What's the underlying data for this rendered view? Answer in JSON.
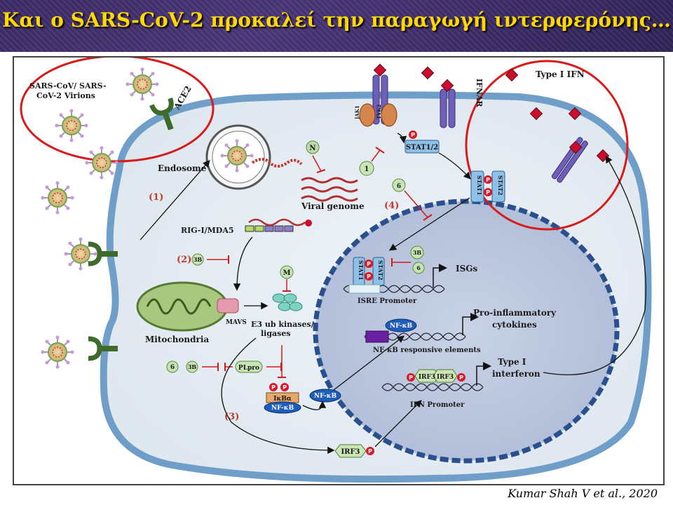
{
  "title": "Και ο SARS-CoV-2 προκαλεί την παραγωγή ιντερφερόνης…",
  "citation": "Kumar Shah V et al., 2020",
  "labels": {
    "virions": "SARS-CoV/ SARS-",
    "virions2": "CoV-2  Virions",
    "ace2": "ACE2",
    "endosome": "Endosome",
    "viral_genome": "Viral genome",
    "rig": "RIG-I/MDA5",
    "mavs": "MAVS",
    "mito": "Mitochondria",
    "e3": "E3 ub kinases/",
    "e3b": "ligases",
    "plpro": "PLpro",
    "ikba": "IκBα",
    "nfkb": "NF-κB",
    "irf3": "IRF3",
    "ifnar": "IFNAR",
    "type1ifn": "Type I IFN",
    "jak1": "JAK1",
    "tyk2": "TYK2",
    "stat12": "STAT1/2",
    "stat1": "STAT1",
    "stat2": "STAT2",
    "isgs": "ISGs",
    "isre": "ISRE Promoter",
    "proinf": "Pro-inflammatory",
    "proinf2": "cytokines",
    "nfkb_resp": "NF-κB responsive elements",
    "typei": "Type I",
    "typei2": "interferon",
    "ifnprom": "IFN Promoter",
    "step1": "(1)",
    "step2": "(2)",
    "step3": "(3)",
    "step4": "(4)",
    "n": "N",
    "m": "M",
    "one": "1",
    "six": "6",
    "threeb": "3B",
    "p": "P"
  },
  "colors": {
    "title": "#ffd800",
    "title_bg": "#3b2a66",
    "highlight_circle": "#d91a1a",
    "cell_membrane": "#6f9ec9",
    "nucleus_border": "#2a4f8f",
    "receptor": "#6f5fb5",
    "ifn": "#c8102e",
    "ace2": "#3e6b2a"
  }
}
